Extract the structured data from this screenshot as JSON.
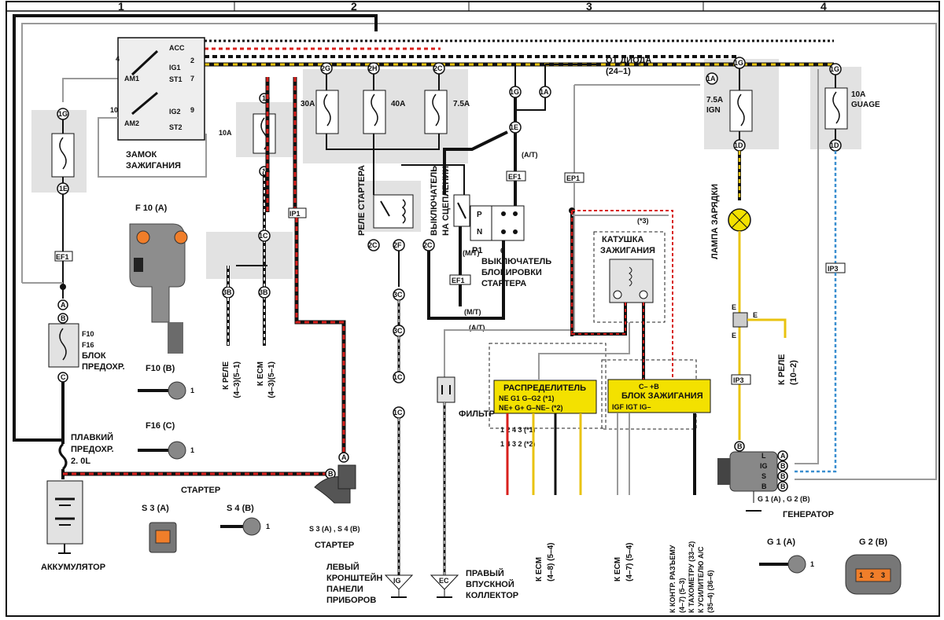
{
  "columns": [
    "1",
    "2",
    "3",
    "4"
  ],
  "components": {
    "ignition_switch": {
      "label_1": "ЗАМОК",
      "label_2": "ЗАЖИГАНИЯ",
      "acc": "ACC",
      "ig1": "IG1",
      "st1": "ST1",
      "ig2": "IG2",
      "st2": "ST2",
      "am1": "AM1",
      "am2": "AM2",
      "pin4": "4",
      "pin10": "10",
      "pin2": "2",
      "pin7": "7",
      "pin9": "9",
      "amp": "10A"
    },
    "fuse_block_main": {
      "f30": "30A",
      "f40": "40A",
      "f75": "7.5A"
    },
    "starter_relay": {
      "label": "РЕЛЕ СТАРТЕРА"
    },
    "clutch_switch": {
      "label_1": "ВЫКЛЮЧАТЕЛЬ",
      "label_2": "НА СЦЕПЛЕНИИ"
    },
    "start_inhibit": {
      "p": "P",
      "n": "N",
      "p1": "P1",
      "label_1": "ВЫКЛЮЧАТЕЛЬ",
      "label_2": "БЛОКИРОВКИ",
      "label_3": "СТАРТЕРА",
      "pin6": "6"
    },
    "diode_ref": {
      "line1": "ОТ ДИОДА",
      "line2": "(24–1)"
    },
    "ign_fuse": {
      "amp": "7.5A",
      "name": "IGN"
    },
    "gauge_fuse": {
      "amp": "10A",
      "name": "GUAGE"
    },
    "ignition_coil": {
      "label_1": "КАТУШКА",
      "label_2": "ЗАЖИГАНИЯ",
      "note": "(*3)"
    },
    "charge_lamp": {
      "label": "ЛАМПА ЗАРЯДКИ"
    },
    "to_relay_right": {
      "line1": "К РЕЛЕ",
      "line2": "(10–2)"
    },
    "fuse_block_left": {
      "l1": "F10",
      "l2": "F16",
      "l3": "БЛОК",
      "l4": "ПРЕДОХР.",
      "a": "A",
      "b": "B",
      "c": "C"
    },
    "fusible_link": {
      "l1": "ПЛАВКИЙ",
      "l2": "ПРЕДОХР.",
      "l3": "2. 0L"
    },
    "battery": {
      "label": "АККУМУЛЯТОР"
    },
    "starter": {
      "label": "СТАРТЕР",
      "label_conn": "СТАРТЕР"
    },
    "to_relay_left": {
      "line1": "К РЕЛЕ",
      "line2": "(4–3)(5–1)"
    },
    "to_ecm_left": {
      "line1": "К ECM",
      "line2": "(4–3)(5–1)"
    },
    "distributor": {
      "title": "РАСПРЕДЕЛИТЕЛЬ",
      "r1": "NE    G1    G–G2    (*1)",
      "r2": "NE+   G+    G–NE–  (*2)",
      "pins_1": "1     2      4      3   (*1)",
      "pins_2": "1     4      3      2   (*2)"
    },
    "ignition_unit": {
      "title": "БЛОК ЗАЖИГАНИЯ",
      "r0": "C–        +B",
      "r1": "IGF  IGT          IG–"
    },
    "filter": {
      "label": "ФИЛЬТР"
    },
    "ground_ig": {
      "tag": "IG",
      "l1": "ЛЕВЫЙ",
      "l2": "КРОНШТЕЙН",
      "l3": "ПАНЕЛИ",
      "l4": "ПРИБОРОВ"
    },
    "ground_ec": {
      "tag": "EC",
      "l1": "ПРАВЫЙ",
      "l2": "ВПУСКНОЙ",
      "l3": "КОЛЛЕКТОР"
    },
    "to_ecm_mid_1": {
      "line1": "К ECM",
      "line2": "(4–8) (5–4)"
    },
    "to_ecm_mid_2": {
      "line1": "К ECM",
      "line2": "(4–7) (5–4)"
    },
    "to_tacho": {
      "l1": "К КОНТР. РАЗЪЕМУ",
      "l2": "(4–7) (5–3)",
      "l3": "К ТАХОМЕТРУ (33–2)",
      "l4": "К УСИЛИТЕЛЮ А/С",
      "l5": "(35–4) (36–6)"
    },
    "generator": {
      "label": "ГЕНЕРАТОР",
      "g": "G 1 (A) , G 2 (B)",
      "l": "L",
      "ig": "IG",
      "s": "S",
      "b": "B"
    },
    "connectors": {
      "f10a": "F 10 (A)",
      "f10b": "F10 (B)",
      "f16c": "F16 (C)",
      "s3a": "S 3 (A)",
      "s4b": "S 4 (B)",
      "s3s4": "S 3 (A) , S 4 (B)",
      "g1a": "G 1 (A)",
      "g2b": "G 2 (B)",
      "start_hdr": "СТАРТЕР"
    },
    "tags": {
      "ef1": "EF1",
      "ip1": "IP1",
      "ip3": "IP3",
      "at": "(A/T)",
      "mt": "(M/T)",
      "e": "E"
    },
    "codes": [
      "1G",
      "1E",
      "2G",
      "2H",
      "2C",
      "1",
      "3B",
      "1C",
      "2F",
      "3C",
      "1A",
      "1D",
      "1B"
    ]
  },
  "colors": {
    "red": "#d8201d",
    "yellow": "#e9c310",
    "blue": "#3b8fd0",
    "black": "#111111",
    "gray": "#9a9a9a",
    "orange": "#f07e2a"
  }
}
